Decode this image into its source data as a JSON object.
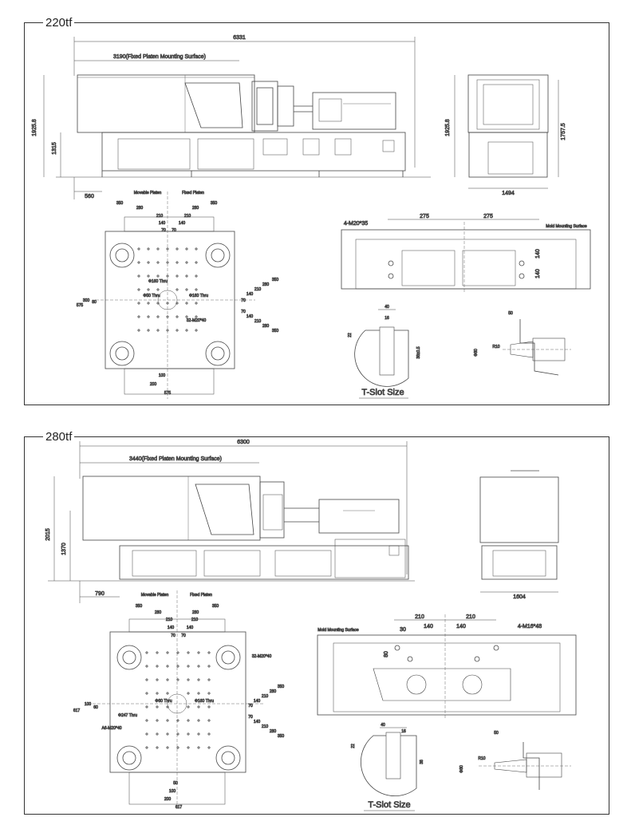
{
  "panels": [
    {
      "title": "220tf",
      "overall_length": "6331",
      "fixed_platen_surface": "3190(Fixed Platen Mounting Surface)",
      "height_total": "1925.8",
      "height_lower": "1315",
      "offset_left": "560",
      "end_height": "1925.8",
      "end_height2": "1757.5",
      "end_width": "1494",
      "platen_labels": [
        "Movable Platen",
        "Fixed Platen"
      ],
      "platen_top_dims": [
        "350",
        "280",
        "280",
        "350",
        "210",
        "210",
        "140",
        "140",
        "70",
        "70"
      ],
      "platen_right_dims": [
        "350",
        "280",
        "210",
        "140",
        "70",
        "70",
        "140",
        "210",
        "280",
        "350"
      ],
      "platen_left_dims": [
        "575",
        "300",
        "80"
      ],
      "platen_bottom_dims": [
        "100",
        "200",
        "575"
      ],
      "platen_notes": [
        "Φ160 Thru",
        "Φ50 Thru",
        "Φ160 Thru",
        "32-M20*40"
      ],
      "mold_dims": [
        "275",
        "275",
        "140",
        "140"
      ],
      "mold_thread": "4-M20*35",
      "mold_surface": "Mold Mounting Surface",
      "tslot_dims": [
        "40",
        "16",
        "22",
        "38±0.5"
      ],
      "nozzle_dims": [
        "50",
        "R10",
        "Φ80"
      ],
      "tslot_label": "T-Slot Size"
    },
    {
      "title": "280tf",
      "overall_length": "6300",
      "fixed_platen_surface": "3440(Fixed Platen Mounting Surface)",
      "height_total": "2015",
      "height_lower": "1370",
      "offset_left": "790",
      "end_width": "1604",
      "platen_labels": [
        "Movable Platen",
        "Fixed Platen"
      ],
      "platen_top_dims": [
        "350",
        "280",
        "280",
        "350",
        "210",
        "210",
        "140",
        "140",
        "70",
        "70"
      ],
      "platen_right_dims": [
        "350",
        "280",
        "210",
        "140",
        "70",
        "70",
        "140",
        "210",
        "280",
        "350"
      ],
      "platen_left_dims": [
        "617",
        "100",
        "60"
      ],
      "platen_bottom_dims": [
        "50",
        "100",
        "200",
        "617"
      ],
      "platen_notes": [
        "32-M20*40",
        "Φ60 Thru",
        "Φ160 Thru",
        "Φ247 Thru",
        "A6-M20*40"
      ],
      "mold_dims": [
        "210",
        "210",
        "30",
        "140",
        "140",
        "80"
      ],
      "mold_thread": "4-M16*48",
      "mold_surface": "Mold Mounting Surface",
      "tslot_dims": [
        "40",
        "16",
        "22",
        "38"
      ],
      "nozzle_dims": [
        "50",
        "R10",
        "Φ80"
      ],
      "tslot_label": "T-Slot Size"
    }
  ]
}
